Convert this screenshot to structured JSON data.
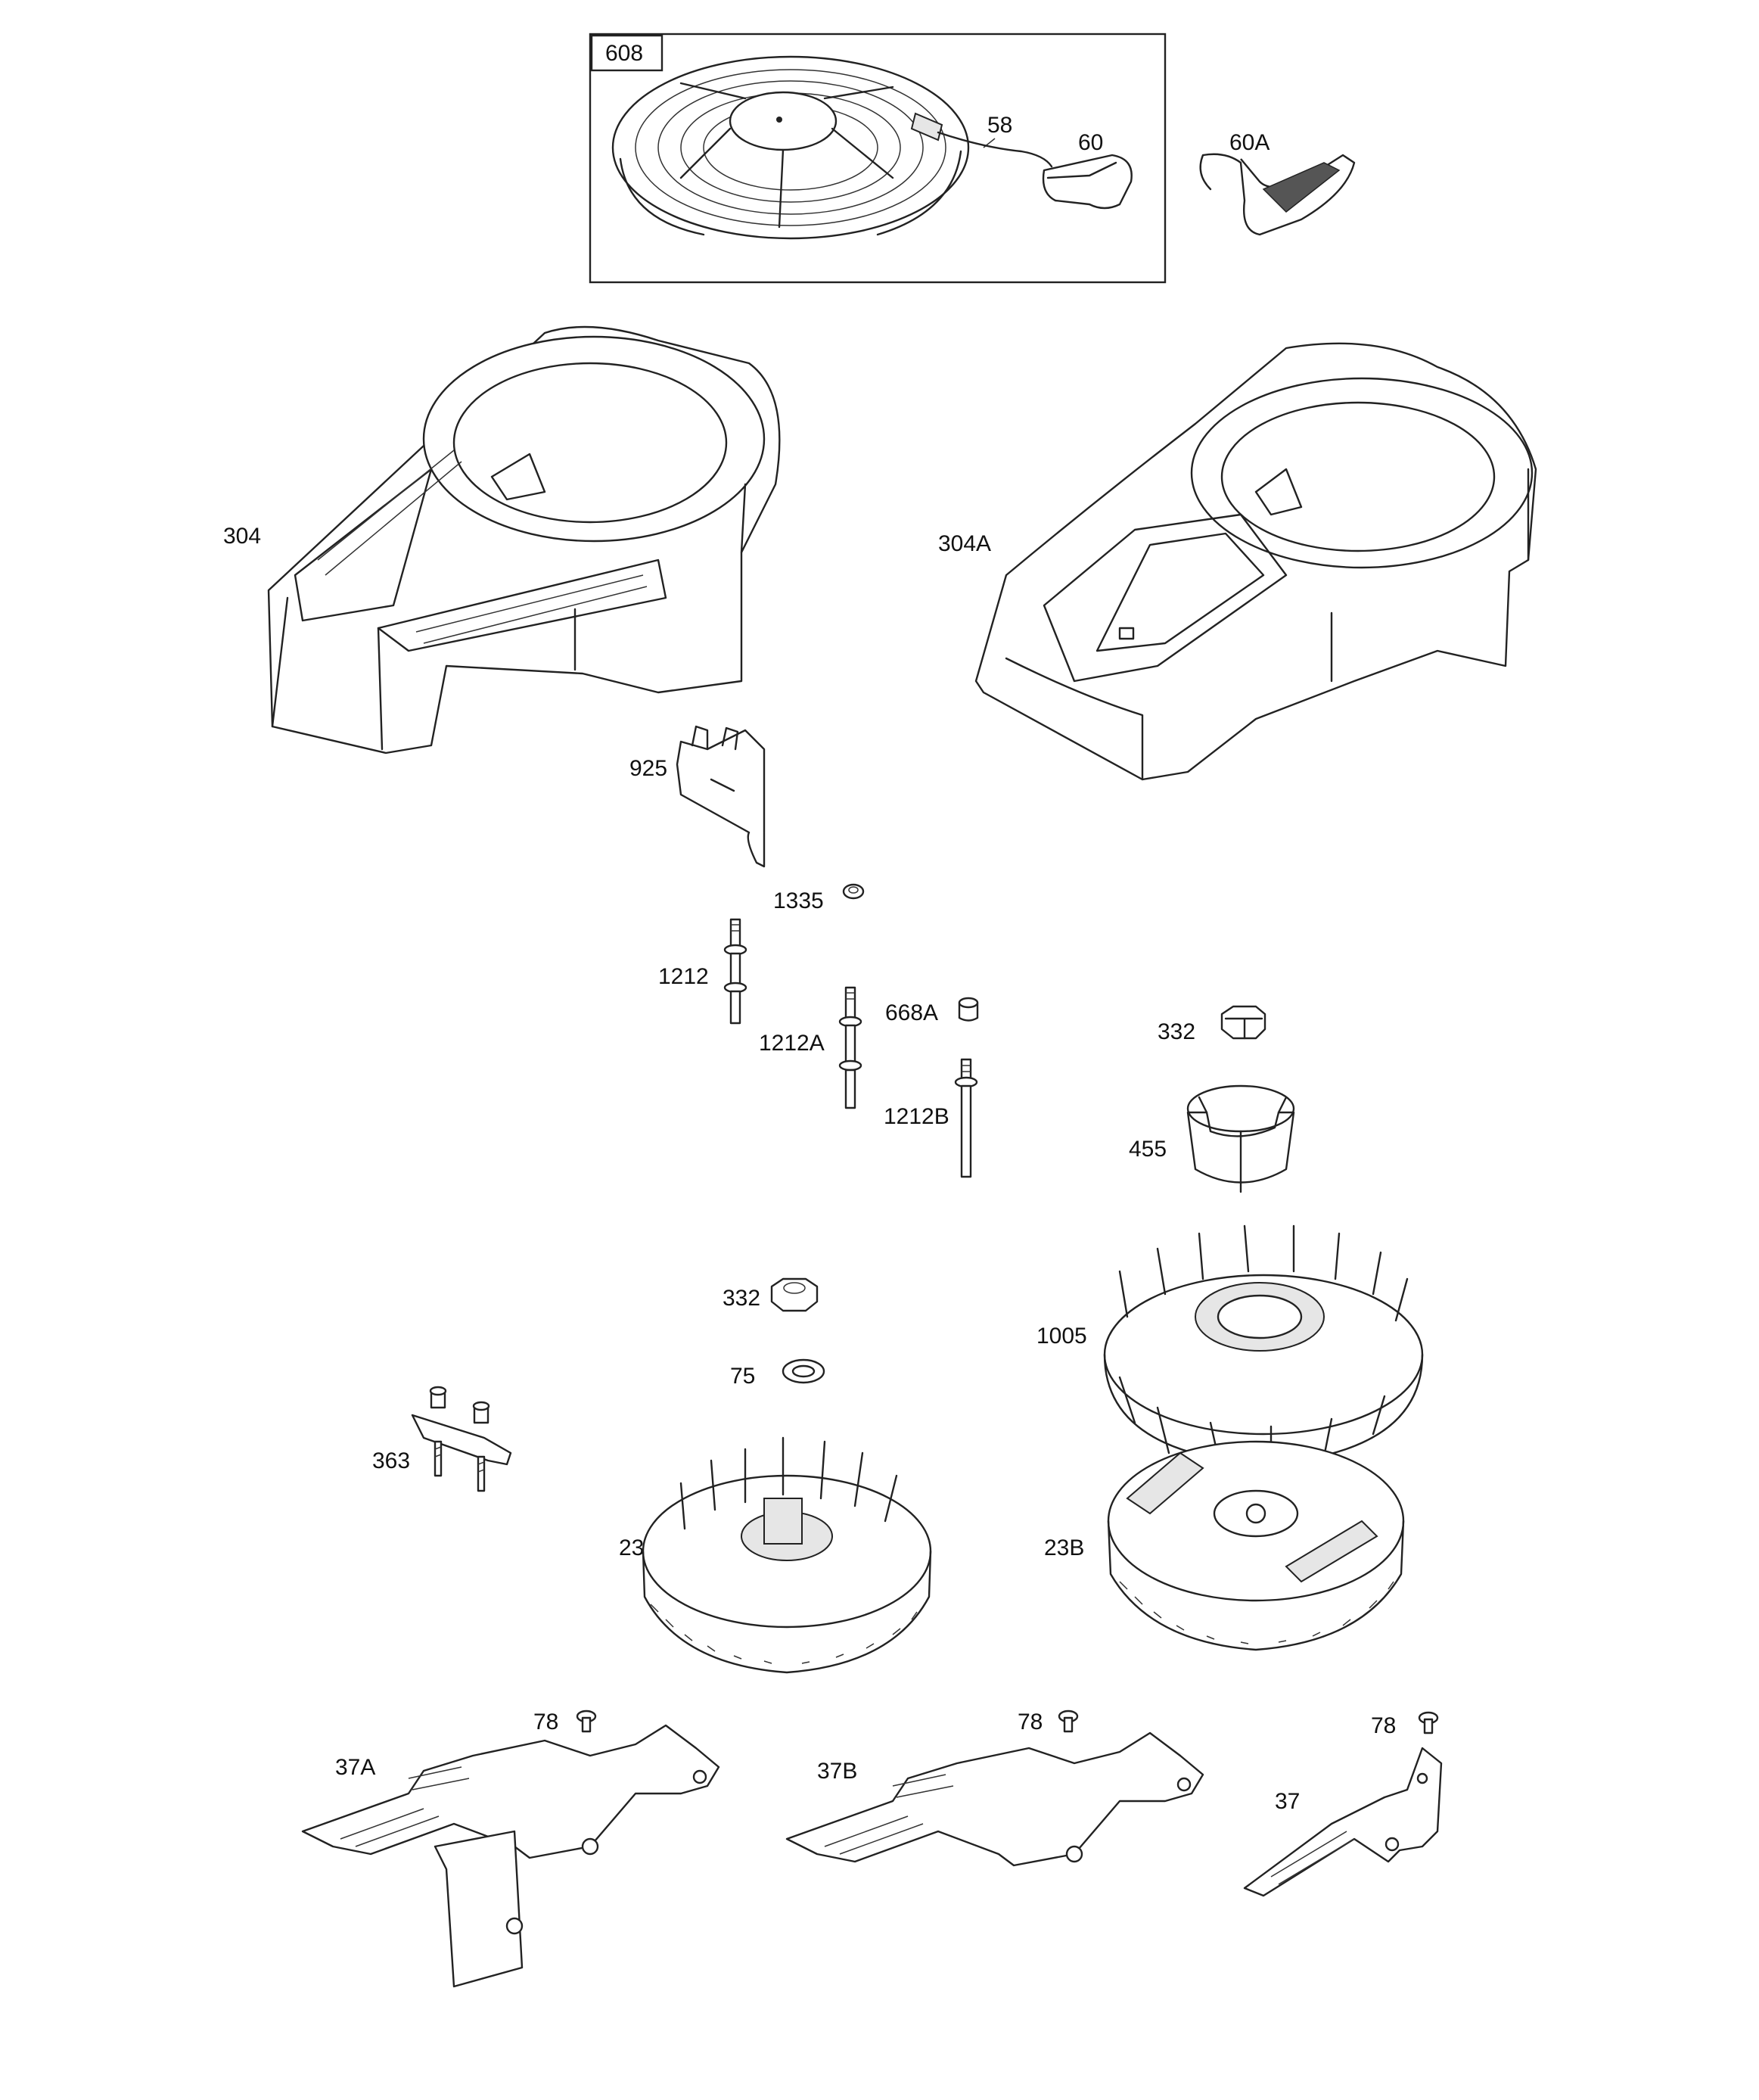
{
  "parts": [
    {
      "id": "p608",
      "label": "608"
    },
    {
      "id": "p58",
      "label": "58"
    },
    {
      "id": "p60",
      "label": "60"
    },
    {
      "id": "p60A",
      "label": "60A"
    },
    {
      "id": "p304",
      "label": "304"
    },
    {
      "id": "p304A",
      "label": "304A"
    },
    {
      "id": "p925",
      "label": "925"
    },
    {
      "id": "p1335",
      "label": "1335"
    },
    {
      "id": "p1212",
      "label": "1212"
    },
    {
      "id": "p1212A",
      "label": "1212A"
    },
    {
      "id": "p668A",
      "label": "668A"
    },
    {
      "id": "p1212B",
      "label": "1212B"
    },
    {
      "id": "p332a",
      "label": "332"
    },
    {
      "id": "p455",
      "label": "455"
    },
    {
      "id": "p1005",
      "label": "1005"
    },
    {
      "id": "p332b",
      "label": "332"
    },
    {
      "id": "p75",
      "label": "75"
    },
    {
      "id": "p363",
      "label": "363"
    },
    {
      "id": "p23",
      "label": "23"
    },
    {
      "id": "p23B",
      "label": "23B"
    },
    {
      "id": "p78a",
      "label": "78"
    },
    {
      "id": "p78b",
      "label": "78"
    },
    {
      "id": "p78c",
      "label": "78"
    },
    {
      "id": "p37A",
      "label": "37A"
    },
    {
      "id": "p37B",
      "label": "37B"
    },
    {
      "id": "p37",
      "label": "37"
    }
  ]
}
